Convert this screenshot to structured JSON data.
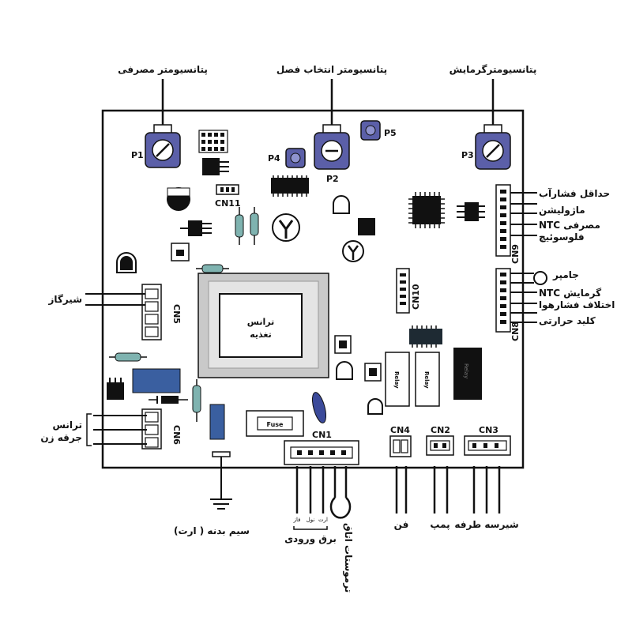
{
  "labels": {
    "p1_callout": "پتانسیومتر مصرفی",
    "p2_callout": "پتانسیومتر انتخاب فصل",
    "p3_callout": "پتانسیومترگرمایش",
    "cn9_1": "حداقل فشارآب",
    "cn9_2": "ماژولیشن",
    "cn9_3": "NTC مصرفی",
    "cn9_4": "فلوسوئیچ",
    "cn8_1": "جامپر",
    "cn8_2": "NTC گرمایش",
    "cn8_3": "اختلاف فشارهوا",
    "cn8_4": "کلید حرارتی",
    "gas_valve": "شیرگاز",
    "ignition_line1": "ترانس",
    "ignition_line2": "جرقه زن",
    "power_input": "برق ورودی",
    "power_sub_1": "فاز",
    "power_sub_2": "نول",
    "power_sub_3": "ارت",
    "room_thermostat": "ترموستات اتاق",
    "fan": "فن",
    "pump": "پمپ",
    "three_way_valve": "شیرسه طرفه",
    "ground_wire": "سیم بدنه ( ارت)",
    "transformer_line1": "ترانس",
    "transformer_line2": "تغذیه"
  },
  "refs": {
    "p1": "P1",
    "p2": "P2",
    "p3": "P3",
    "p4": "P4",
    "p5": "P5",
    "cn1": "CN1",
    "cn2": "CN2",
    "cn3": "CN3",
    "cn4": "CN4",
    "cn5": "CN5",
    "cn6": "CN6",
    "cn8": "CN8",
    "cn9": "CN9",
    "cn10": "CN10",
    "cn11": "CN11"
  },
  "components": {
    "fuse": "Fuse",
    "relay_1": "Relay",
    "relay_2": "Relay",
    "relay_black": "Relay"
  },
  "colors": {
    "pot": "#5b5fa8",
    "resistor": "#7fb3b0",
    "blue_block": "#3a5fa0",
    "capacitor": "#3b4a9a",
    "transformer": "#c9c9c9"
  }
}
